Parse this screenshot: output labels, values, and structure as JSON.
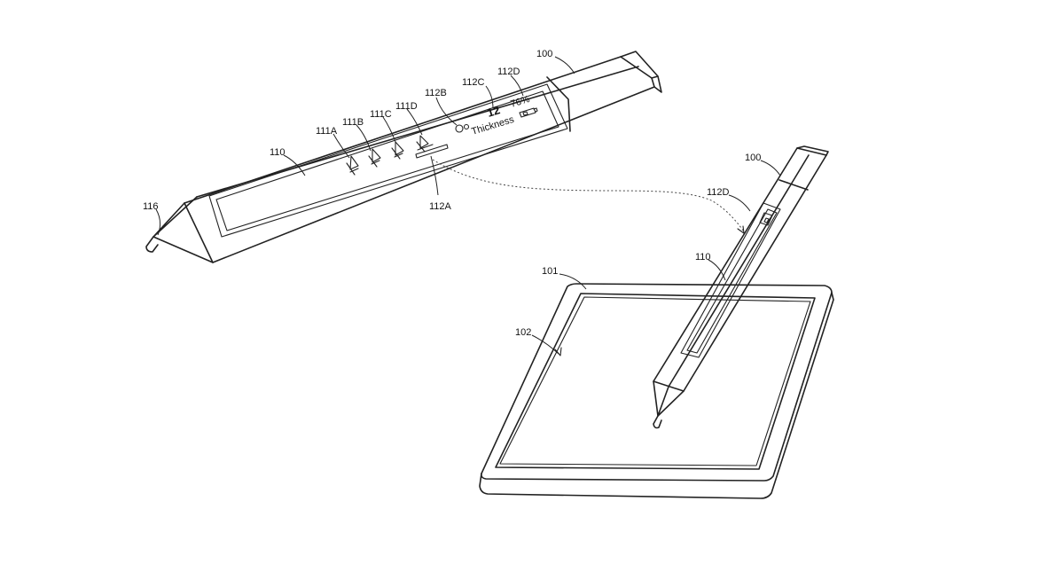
{
  "labels": {
    "pen_top": "100",
    "screen_top": "110",
    "tip_top": "116",
    "button_a": "111A",
    "button_b": "111B",
    "button_c": "111C",
    "button_d": "111D",
    "icon_thickness": "112B",
    "value_label": "112C",
    "battery_label": "112D",
    "display_strip": "112A",
    "pen_right": "100",
    "battery_right": "112D",
    "screen_right": "110",
    "tablet": "101",
    "tablet_screen": "102"
  },
  "display": {
    "thickness_text": "Thickness",
    "thickness_value": "12",
    "battery_percent": "76%"
  },
  "icons": [
    "pen-stroke-icon",
    "brush-icon",
    "battery-icon",
    "thickness-icon"
  ],
  "colors": {
    "line": "#222222",
    "background": "#ffffff"
  }
}
